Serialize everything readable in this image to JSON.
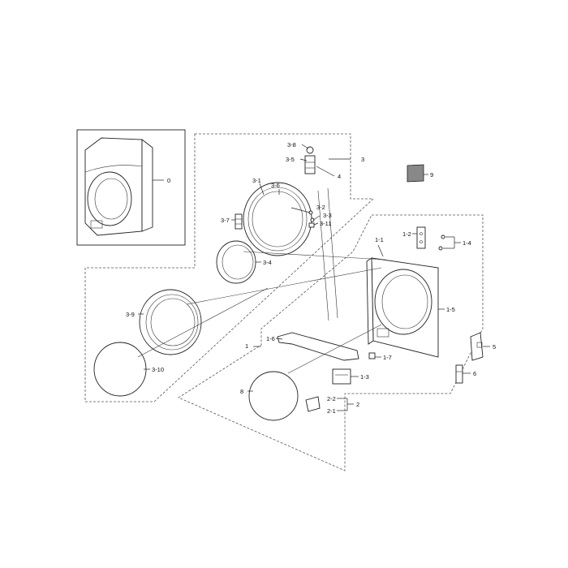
{
  "labels": {
    "l0": "0",
    "l1": "1",
    "l1_1": "1-1",
    "l1_2": "1-2",
    "l1_3": "1-3",
    "l1_4": "1-4",
    "l1_5": "1-5",
    "l1_6": "1-6",
    "l1_7": "1-7",
    "l2": "2",
    "l2_1": "2-1",
    "l2_2": "2-2",
    "l3": "3",
    "l3_1": "3-1",
    "l3_2": "3-2",
    "l3_3": "3-3",
    "l3_4": "3-4",
    "l3_5": "3-5",
    "l3_6": "3-6",
    "l3_7": "3-7",
    "l3_8": "3-8",
    "l3_9": "3-9",
    "l3_10": "3-10",
    "l3_11": "3-11",
    "l4": "4",
    "l5": "5",
    "l6": "6",
    "l8": "8",
    "l9": "9"
  }
}
